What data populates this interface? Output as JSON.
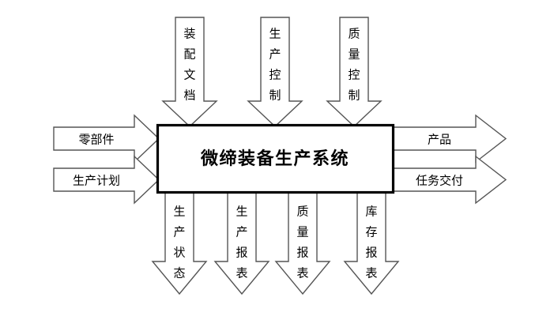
{
  "diagram": {
    "type": "idef0-process-block",
    "title": "微缔装备生产系统",
    "background_color": "#ffffff",
    "box_stroke_color": "#000000",
    "arrow_stroke_color": "#555555",
    "text_color": "#000000",
    "controls": [
      {
        "label": "装配文档",
        "chars": [
          "装",
          "配",
          "文",
          "档"
        ]
      },
      {
        "label": "生产控制",
        "chars": [
          "生",
          "产",
          "控",
          "制"
        ]
      },
      {
        "label": "质量控制",
        "chars": [
          "质",
          "量",
          "控",
          "制"
        ]
      }
    ],
    "inputs": [
      {
        "label": "零部件"
      },
      {
        "label": "生产计划"
      }
    ],
    "outputs": [
      {
        "label": "产品"
      },
      {
        "label": "任务交付"
      }
    ],
    "mechanisms": [
      {
        "label": "生产状态",
        "chars": [
          "生",
          "产",
          "状",
          "态"
        ]
      },
      {
        "label": "生产报表",
        "chars": [
          "生",
          "产",
          "报",
          "表"
        ]
      },
      {
        "label": "质量报表",
        "chars": [
          "质",
          "量",
          "报",
          "表"
        ]
      },
      {
        "label": "库存报表",
        "chars": [
          "库",
          "存",
          "报",
          "表"
        ]
      }
    ]
  }
}
